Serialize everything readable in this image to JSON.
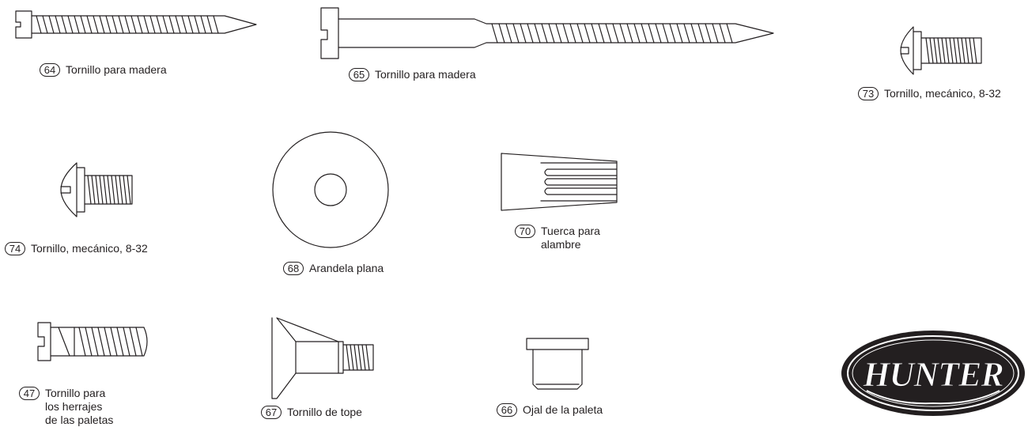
{
  "parts": [
    {
      "id": "64",
      "name": "Tornillo para madera"
    },
    {
      "id": "65",
      "name": "Tornillo para madera"
    },
    {
      "id": "73",
      "name": "Tornillo, mecánico, 8-32"
    },
    {
      "id": "74",
      "name": "Tornillo, mecánico, 8-32"
    },
    {
      "id": "68",
      "name": "Arandela plana"
    },
    {
      "id": "70",
      "name": "Tuerca para\nalambre"
    },
    {
      "id": "47",
      "name": "Tornillo para\nlos herrajes\nde las paletas"
    },
    {
      "id": "67",
      "name": "Tornillo de tope"
    },
    {
      "id": "66",
      "name": "Ojal de la paleta"
    }
  ],
  "logo": {
    "brand": "HUNTER"
  }
}
